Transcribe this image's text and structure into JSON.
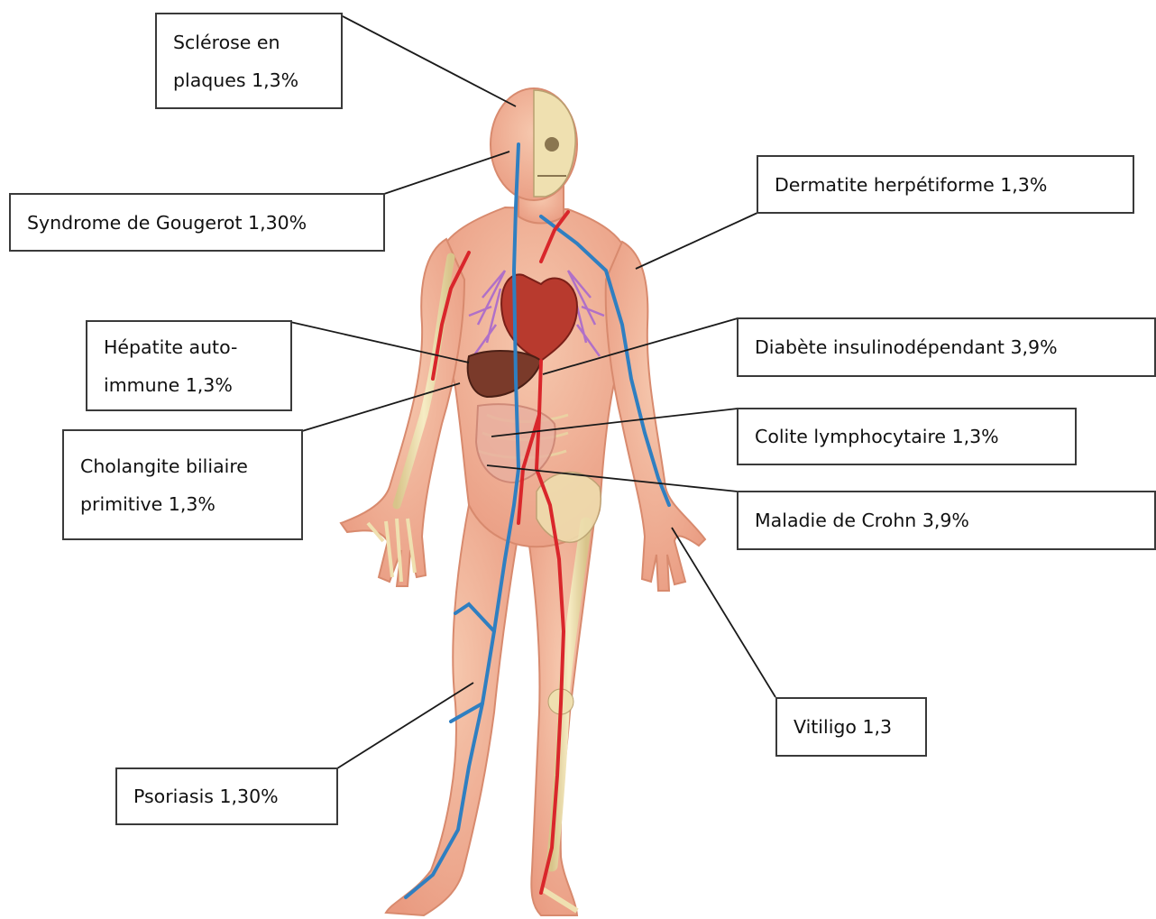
{
  "labels": {
    "sclerose": [
      "Sclérose en",
      "plaques 1,3%"
    ],
    "gougerot": "Syndrome de Gougerot 1,30%",
    "dermatite": "Dermatite herpétiforme 1,3%",
    "hepatite": [
      "Hépatite auto-",
      "immune 1,3%"
    ],
    "diabete": "Diabète insulinodépendant 3,9%",
    "cholangite": [
      "Cholangite biliaire",
      "primitive 1,3%"
    ],
    "colite": "Colite lymphocytaire 1,3%",
    "crohn": "Maladie de Crohn 3,9%",
    "vitiligo": "Vitiligo 1,3",
    "psoriasis": "Psoriasis 1,30%"
  },
  "colors": {
    "skin": "#f2b79a",
    "muscle": "#e8907a",
    "bone": "#efe0b0",
    "vein": "#2f7fc1",
    "artery": "#d9262b",
    "heart": "#b83a2e",
    "liver": "#7a3a2a",
    "lungs": "#c9a0d8",
    "leader_line": "#1a1a1a"
  }
}
